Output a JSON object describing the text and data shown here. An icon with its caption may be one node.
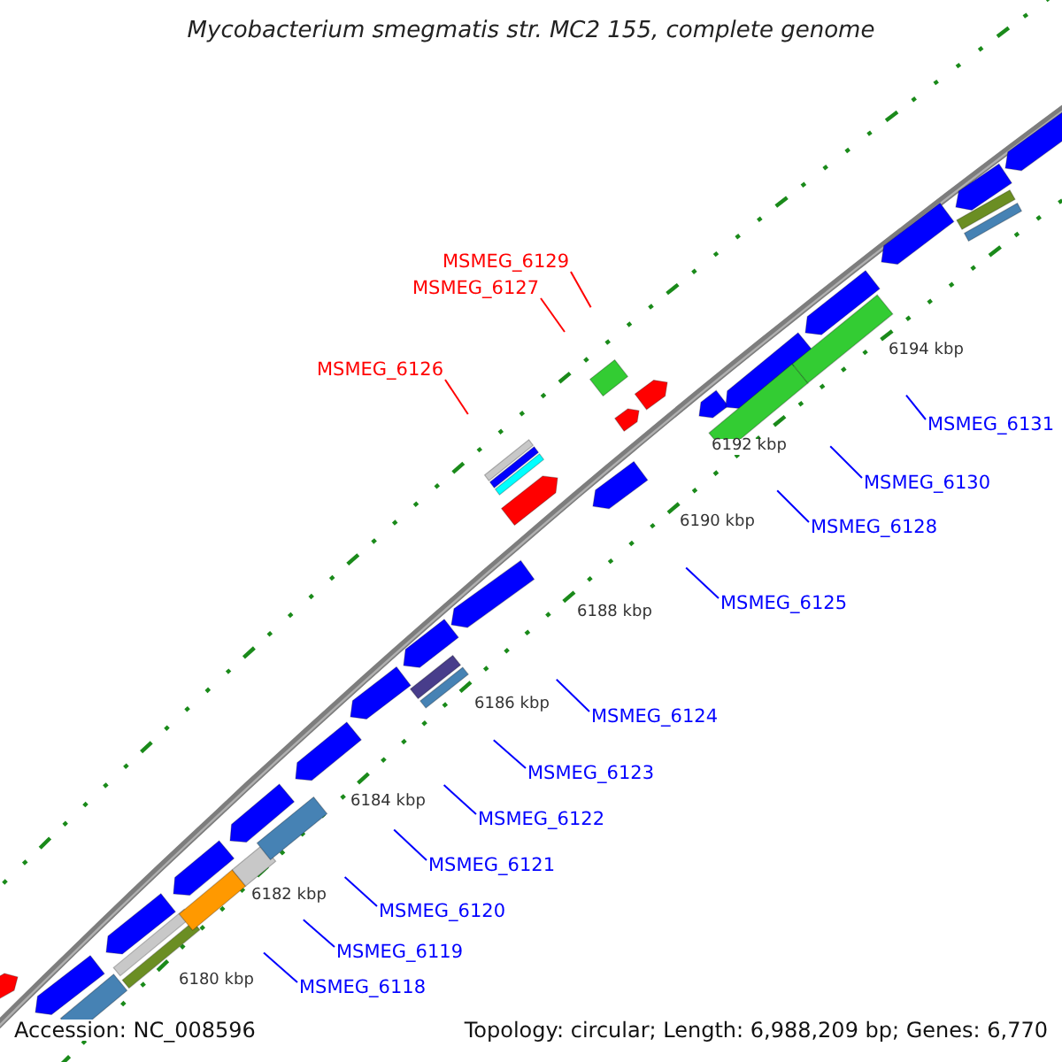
{
  "diagram": {
    "title": "Mycobacterium smegmatis str. MC2 155, complete genome",
    "nodes": [
      {
        "text": [
          "MSMEG_6129"
        ]
      },
      {
        "text": [
          "MSMEG_6127"
        ]
      },
      {
        "text": [
          "MSMEG_6126"
        ]
      },
      {
        "text": [
          "MSMEG_6131"
        ]
      },
      {
        "text": [
          "MSMEG_6130"
        ]
      },
      {
        "text": [
          "MSMEG_6128"
        ]
      },
      {
        "text": [
          "MSMEG_6125"
        ]
      },
      {
        "text": [
          "MSMEG_6124"
        ]
      },
      {
        "text": [
          "MSMEG_6123"
        ]
      },
      {
        "text": [
          "MSMEG_6122"
        ]
      },
      {
        "text": [
          "MSMEG_6121"
        ]
      },
      {
        "text": [
          "MSMEG_6120"
        ]
      },
      {
        "text": [
          "MSMEG_6119"
        ]
      },
      {
        "text": [
          "MSMEG_6118"
        ]
      }
    ],
    "edges": [
      {
        "from": 0,
        "to": null,
        "arrow": "none",
        "color": "#ff0000"
      },
      {
        "from": 1,
        "to": null,
        "arrow": "none",
        "color": "#ff0000"
      },
      {
        "from": 2,
        "to": null,
        "arrow": "none",
        "color": "#ff0000"
      },
      {
        "from": 3,
        "to": null,
        "arrow": "none"
      },
      {
        "from": 4,
        "to": null,
        "arrow": "none"
      },
      {
        "from": 5,
        "to": null,
        "arrow": "none"
      },
      {
        "from": 6,
        "to": null,
        "arrow": "none"
      },
      {
        "from": 7,
        "to": null,
        "arrow": "none"
      },
      {
        "from": 8,
        "to": null,
        "arrow": "none"
      },
      {
        "from": 9,
        "to": null,
        "arrow": "none"
      },
      {
        "from": 10,
        "to": null,
        "arrow": "none"
      },
      {
        "from": 11,
        "to": null,
        "arrow": "none"
      },
      {
        "from": 12,
        "to": null,
        "arrow": "none"
      },
      {
        "from": 13,
        "to": null,
        "arrow": "none"
      }
    ],
    "labels": [
      "6194 kbp",
      "6192 kbp",
      "6190 kbp",
      "6188 kbp",
      "6186 kbp",
      "6184 kbp",
      "6182 kbp",
      "6180 kbp",
      "Accession: NC_008596",
      "Topology: circular; Length: 6,988,209 bp; Genes: 6,770"
    ]
  }
}
